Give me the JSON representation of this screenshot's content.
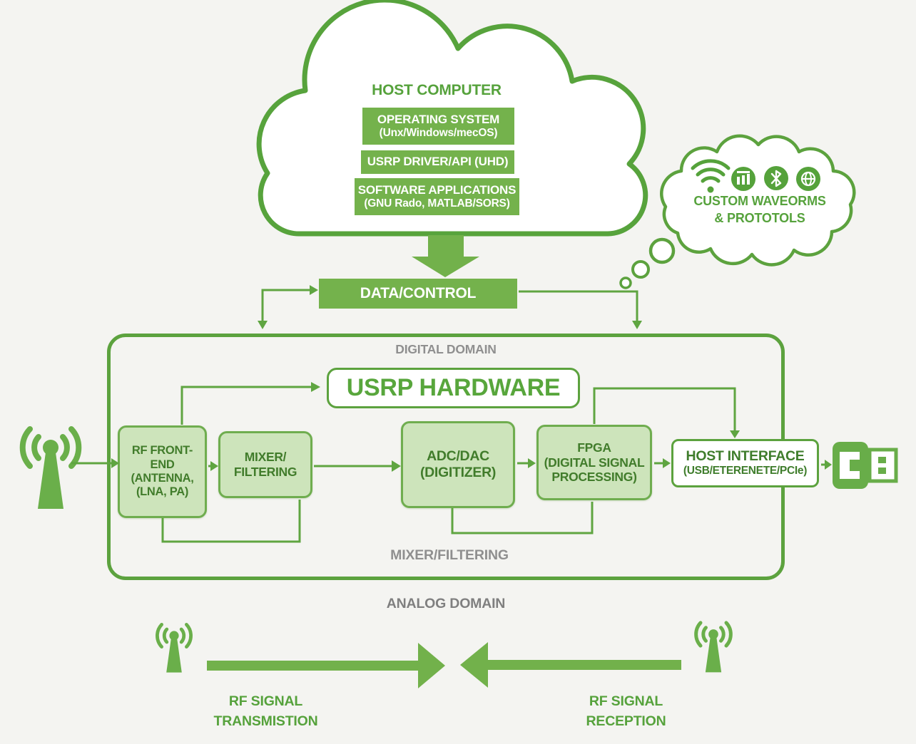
{
  "palette": {
    "background": "#f4f4f1",
    "stroke_green": "#5ca23e",
    "fill_green": "#72b14b",
    "badge_green": "#55a23b",
    "light_box_fill": "#cde4bb",
    "box_text_green": "#417c2b",
    "gray_label": "#8f8f8f",
    "white": "#ffffff"
  },
  "host_computer": {
    "title": "HOST COMPUTER",
    "os_box": {
      "line1": "OPERATING SYSTEM",
      "line2": "(Unx/Windows/mecOS)"
    },
    "driver_box": {
      "line1": "USRP DRIVER/API (UHD)"
    },
    "apps_box": {
      "line1": "SOFTWARE APPLICATIONS",
      "line2": "(GNU Rado, MATLAB/SORS)"
    }
  },
  "thought_bubble": {
    "line1": "CUSTOM WAVEORMS",
    "line2": "& PROTOTOLS",
    "icons": [
      "wifi-icon",
      "cellular-badge-icon",
      "bluetooth-badge-icon",
      "globe-badge-icon"
    ]
  },
  "data_control_label": "DATA/CONTROL",
  "digital_domain_label": "DIGITAL DOMAIN",
  "usrp_hardware_label": "USRP HARDWARE",
  "blocks": {
    "rf_front_end": {
      "lines": [
        "RF FRONT-END",
        "(ANTENNA,",
        "(LNA, PA)"
      ]
    },
    "mixer_filtering": {
      "lines": [
        "MIXER/",
        "FILTERING"
      ]
    },
    "adc_dac": {
      "lines": [
        "ADC/DAC",
        "(DIGITIZER)"
      ]
    },
    "fpga": {
      "lines": [
        "FPGA",
        "(DIGITAL SIGNAL",
        "PROCESSING)"
      ]
    },
    "host_interface": {
      "lines": [
        "HOST INTERFACE",
        "(USB/ETERENETE/PCIe)"
      ]
    }
  },
  "mixer_filtering_bottom_label": "MIXER/FILTERING",
  "analog_domain_label": "ANALOG DOMAIN",
  "rf_transmission": {
    "line1": "RF SIGNAL",
    "line2": "TRANSMISTION"
  },
  "rf_reception": {
    "line1": "RF SIGNAL",
    "line2": "RECEPTION"
  }
}
